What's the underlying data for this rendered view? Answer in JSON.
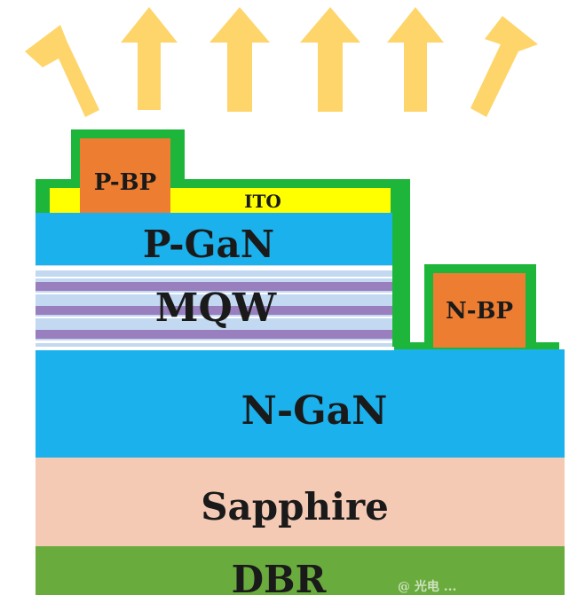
{
  "layers": {
    "ito": "ITO",
    "p_bp": "P-BP",
    "p_gan": "P-GaN",
    "mqw": "MQW",
    "n_bp": "N-BP",
    "n_gan": "N-GaN",
    "sapphire": "Sapphire",
    "dbr": "DBR"
  },
  "watermark": "@ 光电 ...",
  "arrow_count": 6,
  "colors": {
    "arrow": "#fdd56a",
    "passivation": "#1db53a",
    "ito": "#ffff00",
    "pad": "#ed7d31",
    "gan": "#1ab1ec",
    "mqw_light": "#c3d9f2",
    "mqw_dark": "#9a7fbf",
    "sapphire": "#f5cab4",
    "dbr": "#6aab3e"
  }
}
